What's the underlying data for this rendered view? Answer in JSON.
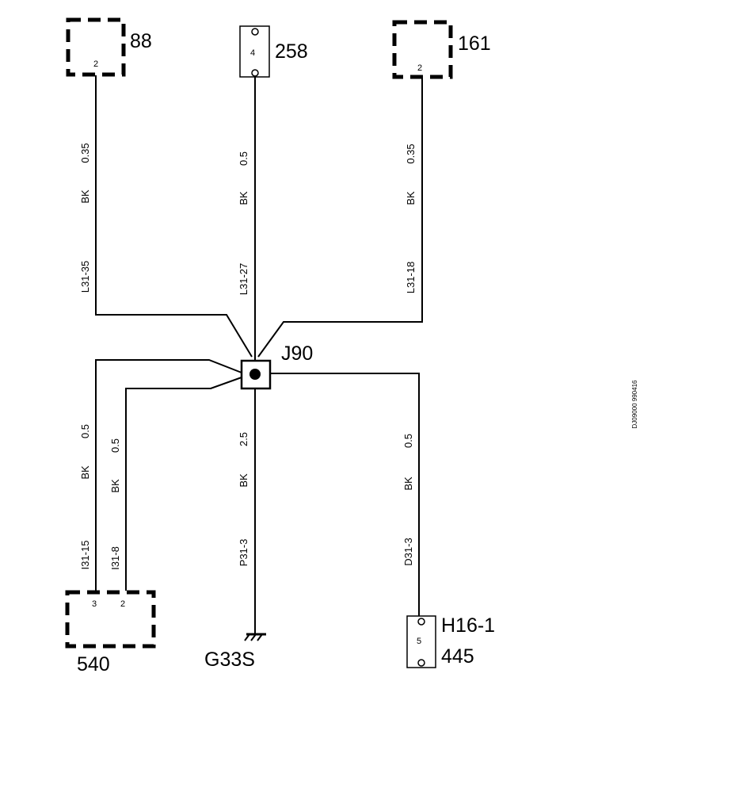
{
  "splice": {
    "label": "J90"
  },
  "ground": {
    "label": "G33S"
  },
  "connectors": {
    "c88": {
      "label": "88",
      "pin": "2"
    },
    "c258": {
      "label": "258",
      "pin": "4"
    },
    "c161": {
      "label": "161",
      "pin": "2"
    },
    "c540": {
      "label": "540",
      "pins": [
        "3",
        "2"
      ]
    },
    "c445": {
      "label": "445",
      "sublabel": "H16-1",
      "pin": "5"
    }
  },
  "wires": {
    "w1": {
      "size": "0.35",
      "color": "BK",
      "id": "L31-35"
    },
    "w2": {
      "size": "0.5",
      "color": "BK",
      "id": "L31-27"
    },
    "w3": {
      "size": "0.35",
      "color": "BK",
      "id": "L31-18"
    },
    "w4": {
      "size": "0.5",
      "color": "BK",
      "id": "I31-15"
    },
    "w5": {
      "size": "0.5",
      "color": "BK",
      "id": "I31-8"
    },
    "w6": {
      "size": "2.5",
      "color": "BK",
      "id": "P31-3"
    },
    "w7": {
      "size": "0.5",
      "color": "BK",
      "id": "D31-3"
    }
  },
  "drawing_code": "DJ09000 990416"
}
